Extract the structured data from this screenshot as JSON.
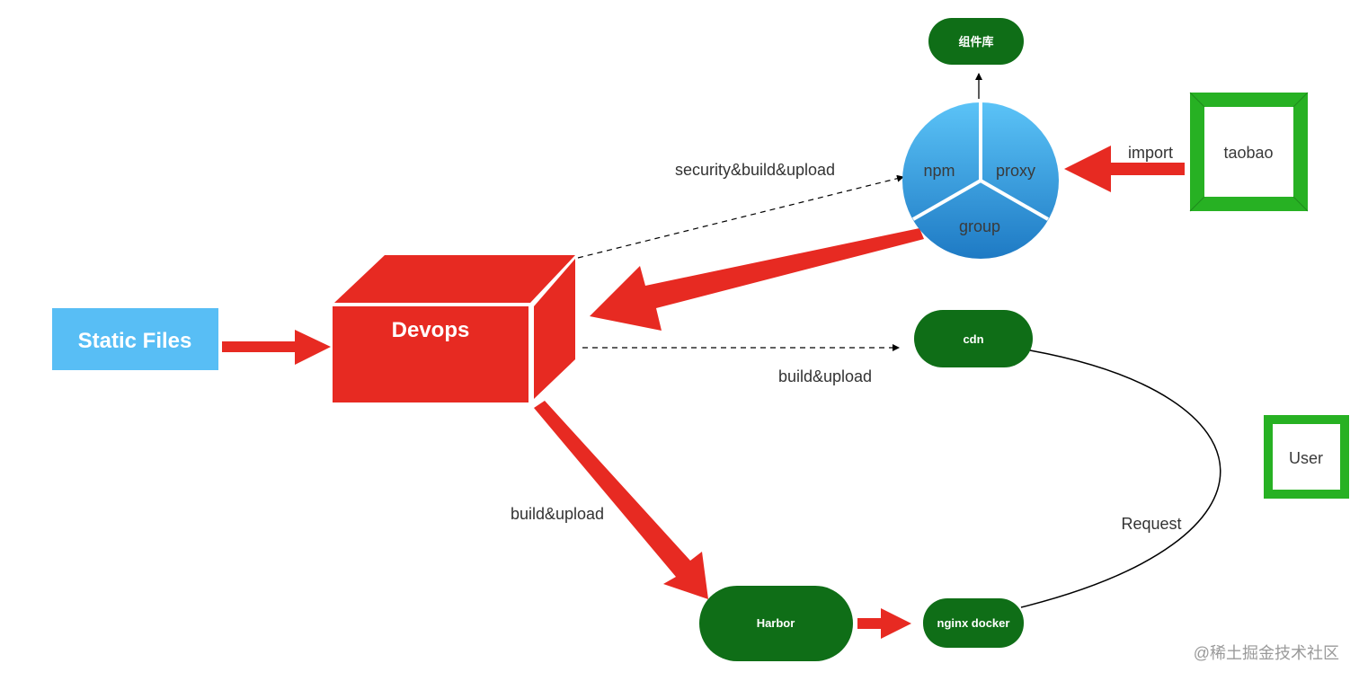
{
  "nodes": {
    "static_files": "Static Files",
    "devops": "Devops",
    "component_lib": "组件库",
    "npm": "npm",
    "proxy": "proxy",
    "group": "group",
    "taobao": "taobao",
    "cdn": "cdn",
    "harbor": "Harbor",
    "nginx_docker": "nginx docker",
    "user": "User"
  },
  "edges": {
    "security_build_upload": "security&build&upload",
    "import": "import",
    "build_upload_cdn": "build&upload",
    "build_upload_harbor": "build&upload",
    "request": "Request"
  },
  "watermark": "@稀土掘金技术社区",
  "colors": {
    "red": "#e72a22",
    "dark_green": "#0f6e17",
    "bright_green": "#27b123",
    "static_blue": "#58bef5",
    "circle_top": "#5bc3f7",
    "circle_bottom": "#1e7ac4"
  }
}
